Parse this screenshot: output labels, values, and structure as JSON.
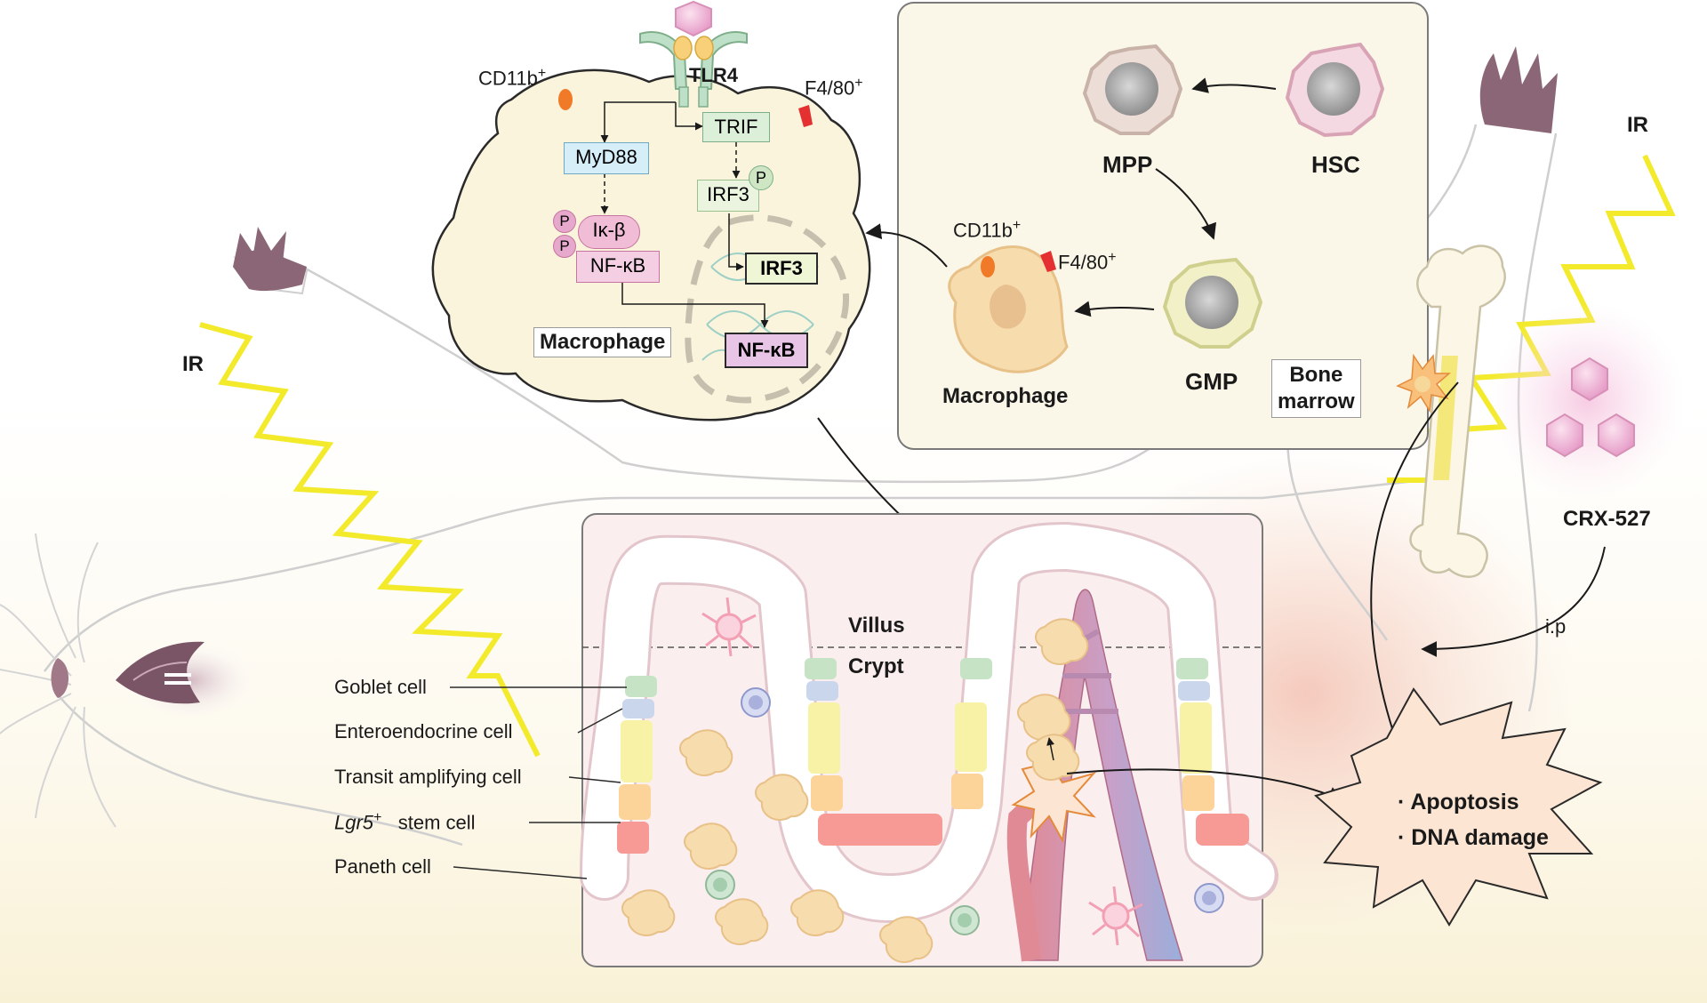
{
  "radiation": {
    "label_left": "IR",
    "label_right": "IR"
  },
  "macrophage_signaling": {
    "receptor": "TLR4",
    "marker_cd11b": "CD11b",
    "marker_f480": "F4/80",
    "plus": "+",
    "myd88": "MyD88",
    "trif": "TRIF",
    "irf3": "IRF3",
    "irf3_nuclear": "IRF3",
    "phospho": "P",
    "ikb": "Iκ-β",
    "nfkb": "NF-κB",
    "nfkb_nuclear": "NF-κB",
    "cell_label": "Macrophage"
  },
  "hematopoiesis": {
    "hsc": "HSC",
    "mpp": "MPP",
    "gmp": "GMP",
    "macrophage": "Macrophage",
    "marker_cd11b": "CD11b",
    "marker_f480": "F4/80",
    "plus": "+"
  },
  "bone": {
    "label_line1": "Bone",
    "label_line2": "marrow"
  },
  "drug": {
    "name": "CRX-527",
    "route": "i.p"
  },
  "intestine": {
    "villus": "Villus",
    "crypt": "Crypt",
    "cell_types": [
      "Goblet cell",
      "Enteroendocrine cell",
      "Transit amplifying cell",
      "stem cell",
      "Paneth cell"
    ],
    "stem_gene": "Lgr5",
    "plus": "+"
  },
  "outcomes": [
    "· Apoptosis",
    "· DNA damage"
  ],
  "colors": {
    "ir_zigzag": "#f3ea2c",
    "panel_bg": "#fbf7e8",
    "macrophage_cell": "#fbf4dc",
    "myd88_box": "#d6eef8",
    "trif_box": "#dcefd8",
    "nfkb_box": "#f4cfe4",
    "damage_star": "#fde5d3",
    "intestine_bg": "#fbeeee"
  }
}
